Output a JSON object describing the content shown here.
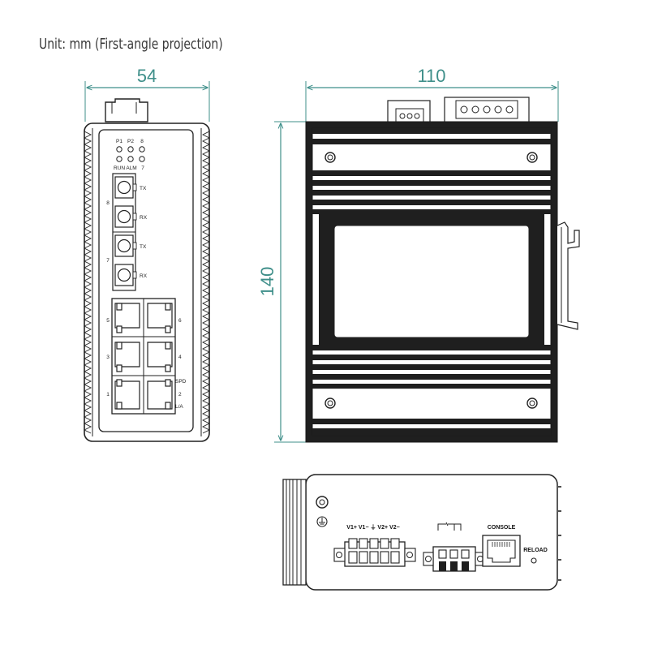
{
  "title_unit": "Unit: mm (First-angle projection)",
  "colors": {
    "dimension": "#3f8f8a",
    "body": "#1f1f1f",
    "outline": "#2a2a2a"
  },
  "dimensions": {
    "width_front": "54",
    "depth_side": "110",
    "height_side": "140"
  },
  "front": {
    "led_top": [
      "P1",
      "P2",
      "8"
    ],
    "led_bottom": [
      "RUN",
      "ALM",
      "7"
    ],
    "fiber_port_8": "8",
    "fiber_port_7": "7",
    "tx": "TX",
    "rx": "RX",
    "rj45": {
      "p5": "5",
      "p6": "6",
      "p3": "3",
      "p4": "4",
      "p1": "1",
      "p2": "2",
      "spd": "SPD",
      "la": "L/A"
    }
  },
  "bottom": {
    "power": "V1+ V1− ⏚ V2+ V2−",
    "console": "CONSOLE",
    "reload": "RELOAD"
  }
}
